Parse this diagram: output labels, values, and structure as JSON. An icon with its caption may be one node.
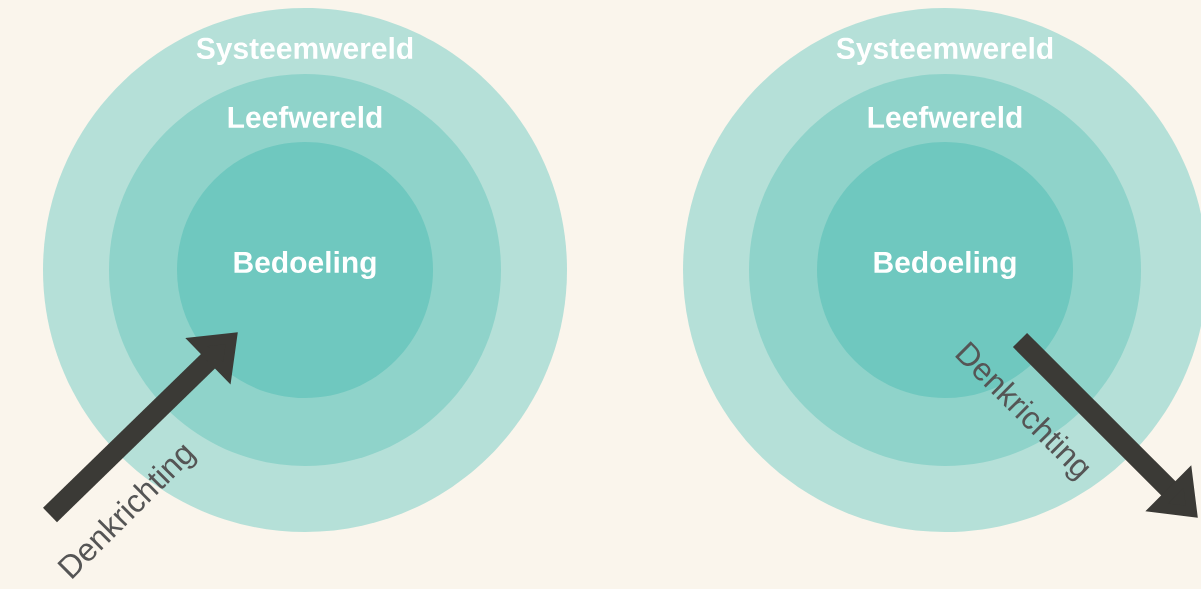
{
  "diagram": {
    "nodes": [
      {
        "text": [
          "Systeemwereld"
        ]
      },
      {
        "text": [
          "Leefwereld"
        ],
        "in": 0
      },
      {
        "text": [
          "Bedoeling"
        ],
        "in": 1
      },
      {
        "text": [
          "Systeemwereld"
        ]
      },
      {
        "text": [
          "Leefwereld"
        ],
        "in": 3
      },
      {
        "text": [
          "Bedoeling"
        ],
        "in": 4
      }
    ],
    "edges": [
      {
        "from": null,
        "to": 2,
        "arrow": "to",
        "label": "Denkrichting"
      },
      {
        "from": 5,
        "to": null,
        "arrow": "to",
        "label": "Denkrichting"
      }
    ]
  }
}
